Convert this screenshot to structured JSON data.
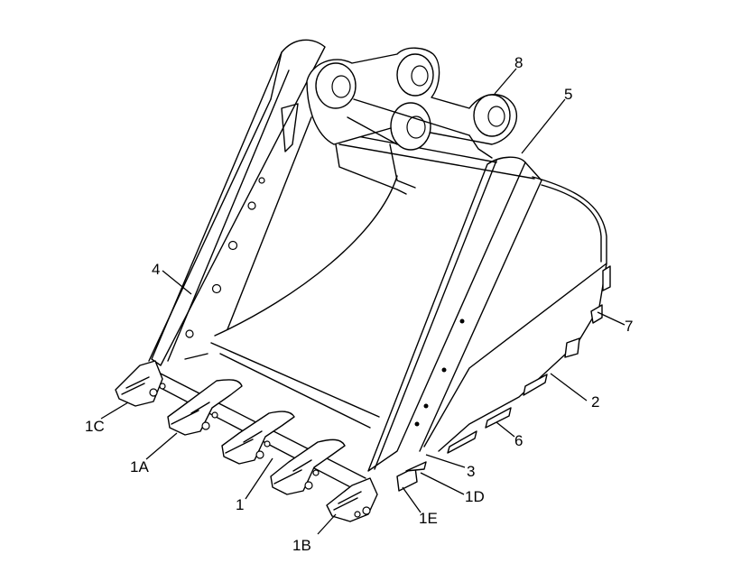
{
  "callouts": {
    "c8": "8",
    "c5": "5",
    "c4": "4",
    "c7": "7",
    "c2": "2",
    "c6": "6",
    "c3": "3",
    "c1D": "1D",
    "c1E": "1E",
    "c1B": "1B",
    "c1": "1",
    "c1A": "1A",
    "c1C": "1C"
  }
}
